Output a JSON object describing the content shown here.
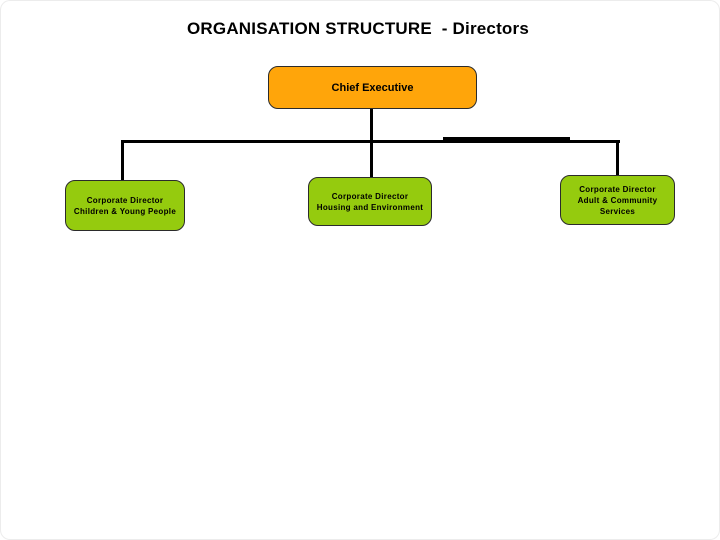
{
  "page": {
    "title": "ORGANISATION STRUCTURE  - Directors"
  },
  "colors": {
    "executive_fill": "#FFA50A",
    "director_fill": "#95CB0E",
    "node_border": "#2b2b2b",
    "connector": "#000000",
    "title_text": "#000000"
  },
  "org_chart": {
    "root": {
      "label": "Chief Executive"
    },
    "directors": [
      {
        "lines": [
          "Corporate Director",
          "Children & Young People"
        ]
      },
      {
        "lines": [
          "Corporate Director",
          "Housing and Environment"
        ]
      },
      {
        "lines": [
          "Corporate Director",
          "Adult & Community",
          "Services"
        ]
      }
    ]
  }
}
